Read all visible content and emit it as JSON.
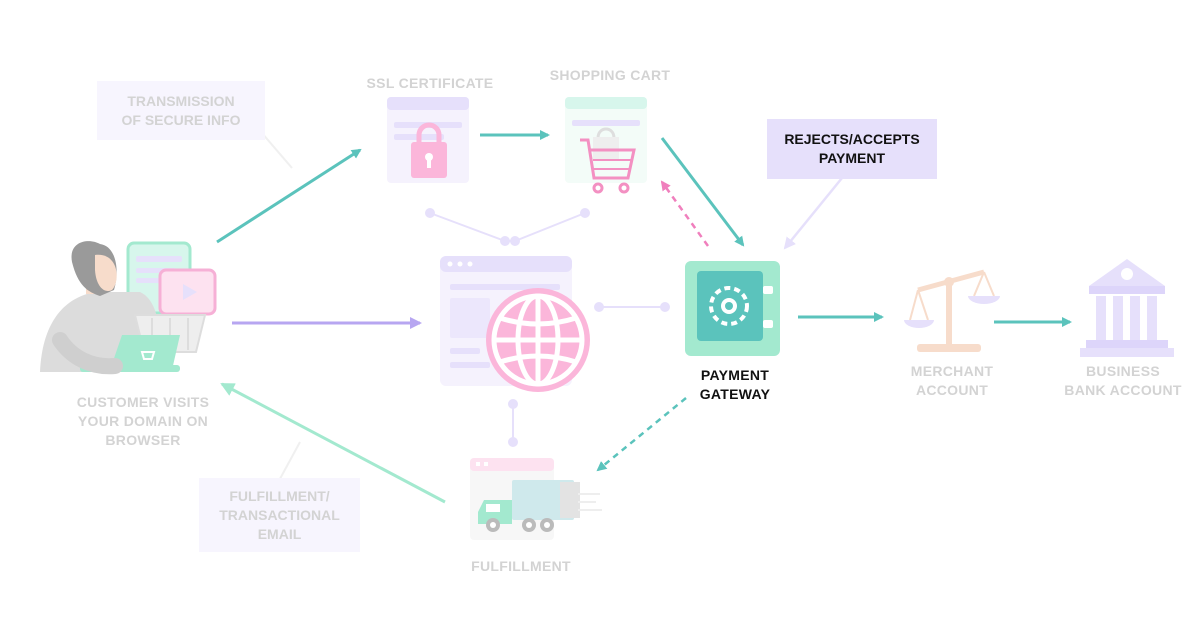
{
  "colors": {
    "teal": "#5bc3bc",
    "purple": "#b7a6f1",
    "pink": "#f07fbd",
    "mint": "#a3e9cf",
    "lavender": "#e6e0fb",
    "faded_text": "#d3d3d3"
  },
  "labels": {
    "ssl_certificate": "SSL CERTIFICATE",
    "shopping_cart": "SHOPPING CART",
    "transmission": "TRANSMISSION\nOF SECURE INFO",
    "rejects_accepts": "REJECTS/ACCEPTS\nPAYMENT",
    "customer": "CUSTOMER VISITS\nYOUR DOMAIN ON\nBROWSER",
    "payment_gateway": "PAYMENT\nGATEWAY",
    "merchant_account": "MERCHANT\nACCOUNT",
    "business_bank": "BUSINESS\nBANK ACCOUNT",
    "fulfillment_email": "FULFILLMENT/\nTRANSACTIONAL\nEMAIL",
    "fulfillment": "FULFILLMENT"
  },
  "icons": [
    "customer-laptop-icon",
    "lock-icon",
    "shopping-cart-icon",
    "globe-icon",
    "safe-icon",
    "scales-icon",
    "bank-icon",
    "delivery-truck-icon"
  ]
}
